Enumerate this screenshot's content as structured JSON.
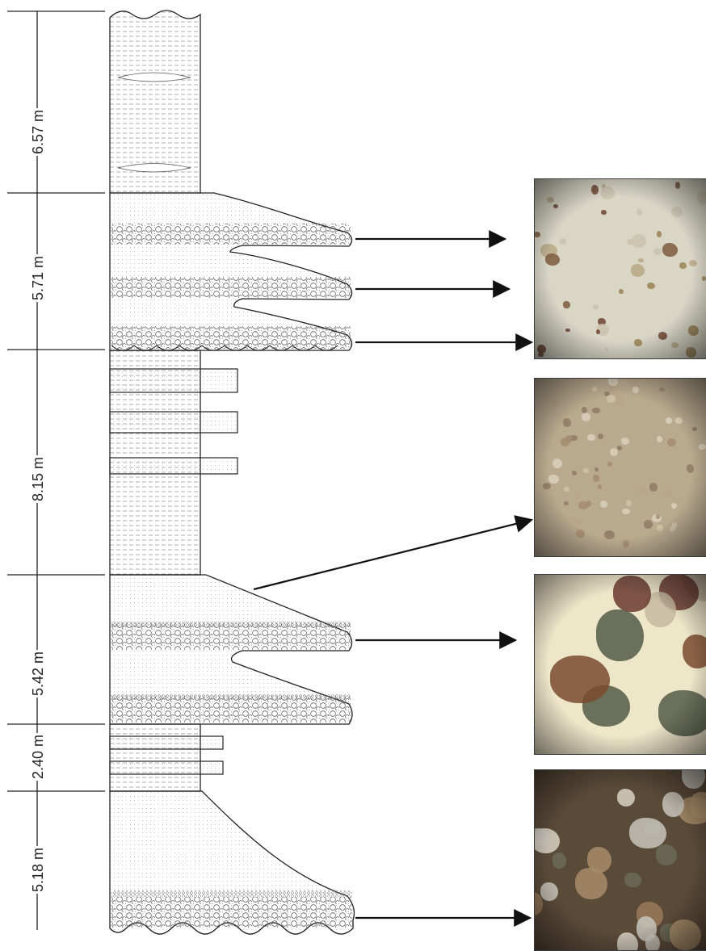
{
  "thickness_labels": [
    "6.57 m",
    "5.71 m",
    "8.15 m",
    "5.42 m",
    "2.40 m",
    "5.18 m"
  ],
  "photos": [
    {
      "name": "photo-fine-sand",
      "bg": "#d9d6c6",
      "grains": [
        "#7b5a3e",
        "#9a8256",
        "#6e4632",
        "#c9c3ae",
        "#b8a886"
      ]
    },
    {
      "name": "photo-medium-sand",
      "bg": "#b9a98e",
      "grains": [
        "#cfc3a9",
        "#a48c70",
        "#b7a58a",
        "#8e7b66",
        "#d8d0bc"
      ]
    },
    {
      "name": "photo-coarse-sand",
      "bg": "#eee6c9",
      "grains": [
        "#7a4a30",
        "#6a3a30",
        "#535a46",
        "#8a5a3c",
        "#c6b8a0"
      ]
    },
    {
      "name": "photo-gravel",
      "bg": "#5a4a38",
      "grains": [
        "#c8c4bc",
        "#a88c6a",
        "#6c6a58",
        "#9a7a5a",
        "#d8d2c4"
      ]
    }
  ],
  "colors": {
    "line": "#222222",
    "lamination": "#9a9a9a",
    "fill": "#ffffff",
    "stipple": "#cfcfcf"
  }
}
